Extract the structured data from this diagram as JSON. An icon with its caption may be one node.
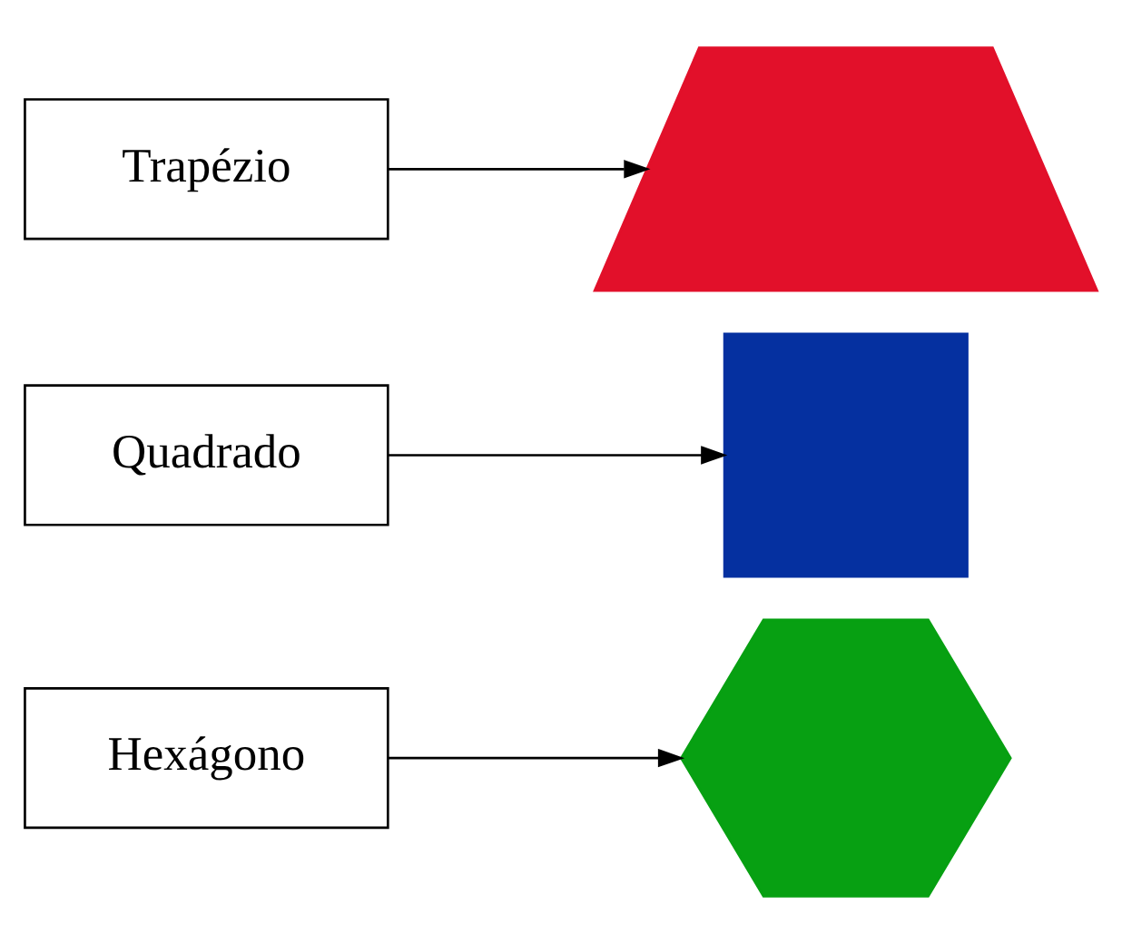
{
  "diagram": {
    "nodes": [
      {
        "text": [
          "Hexágono"
        ]
      },
      {
        "text": [],
        "shape": "hexagon"
      },
      {
        "text": [
          "Quadrado"
        ]
      },
      {
        "text": [],
        "shape": "square"
      },
      {
        "text": [
          "Trapézio"
        ]
      },
      {
        "text": [],
        "shape": "trapezium"
      }
    ],
    "edges": [
      {
        "from": 0,
        "to": 1,
        "arrow": "to"
      },
      {
        "from": 2,
        "to": 3,
        "arrow": "to"
      },
      {
        "from": 4,
        "to": 5,
        "arrow": "to"
      }
    ]
  }
}
